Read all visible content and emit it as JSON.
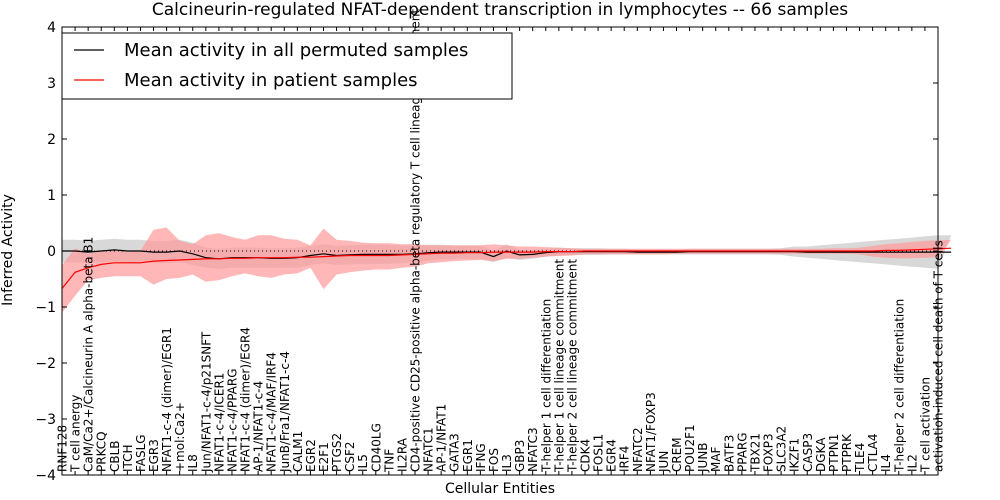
{
  "chart_data": {
    "type": "line",
    "title": "Calcineurin-regulated NFAT-dependent transcription in lymphocytes -- 66 samples",
    "xlabel": "Cellular Entities",
    "ylabel": "Inferred Activity",
    "ylim": [
      -4,
      4
    ],
    "yticks": [
      -4,
      -3,
      -2,
      -1,
      0,
      1,
      2,
      3,
      4
    ],
    "grid": false,
    "legend": "top-left",
    "reference_line": {
      "y": 0,
      "style": "dotted"
    },
    "categories": [
      "RNF128",
      "T cell anergy",
      "CaM/Ca2+/Calcineurin A alpha-beta B1",
      "PRKCQ",
      "CBLB",
      "ITCH",
      "FASLG",
      "EGR3",
      "NFAT1-c-4 (dimer)/EGR1",
      "+mol:Ca2+",
      "IL8",
      "Jun/NFAT1-c-4/p21SNFT",
      "NFAT1-c-4/ICER1",
      "NFAT1-c-4/PPARG",
      "NFAT1-c-4 (dimer)/EGR4",
      "AP-1/NFAT1-c-4",
      "NFAT1-c-4/MAF/IRF4",
      "JunB/Fra1/NFAT1-c-4",
      "CALM1",
      "EGR2",
      "E2F1",
      "PTGS2",
      "CSF2",
      "IL5",
      "CD40LG",
      "TNF",
      "IL2RA",
      "CD4-positive CD25-positive alpha-beta regulatory T cell lineage commitment",
      "NFATC1",
      "AP-1/NFAT1",
      "GATA3",
      "EGR1",
      "IFNG",
      "FOS",
      "IL3",
      "GBP3",
      "NFATC3",
      "T-helper 1 cell differentiation",
      "T-helper 1 cell lineage commitment",
      "T-helper 2 cell lineage commitment",
      "CDK4",
      "FOSL1",
      "EGR4",
      "IRF4",
      "NFATC2",
      "NFAT1/FOXP3",
      "JUN",
      "CREM",
      "POU2F1",
      "JUNB",
      "MAF",
      "BATF3",
      "PPARG",
      "TBX21",
      "FOXP3",
      "SLC3A2",
      "IKZF1",
      "CASP3",
      "DGKA",
      "PTPN1",
      "PTPRK",
      "TLE4",
      "CTLA4",
      "IL4",
      "T-helper 2 cell differentiation",
      "IL2",
      "T cell activation",
      "activation-induced cell death of T cells"
    ],
    "series": [
      {
        "name": "Mean activity in all permuted samples",
        "color": "#000000",
        "band_color": "#b8b8b8",
        "values": [
          0.0,
          0.0,
          -0.02,
          0.0,
          0.02,
          0.0,
          0.0,
          -0.02,
          -0.02,
          0.0,
          -0.05,
          -0.12,
          -0.14,
          -0.12,
          -0.12,
          -0.12,
          -0.13,
          -0.13,
          -0.12,
          -0.08,
          -0.05,
          -0.08,
          -0.07,
          -0.06,
          -0.06,
          -0.06,
          -0.06,
          -0.05,
          -0.03,
          -0.02,
          -0.02,
          -0.02,
          -0.02,
          -0.1,
          0.0,
          -0.07,
          -0.06,
          -0.03,
          -0.01,
          -0.01,
          -0.01,
          -0.01,
          -0.01,
          -0.01,
          -0.02,
          -0.02,
          -0.02,
          -0.02,
          -0.01,
          -0.01,
          -0.01,
          -0.01,
          -0.01,
          -0.01,
          -0.01,
          -0.01,
          -0.01,
          -0.02,
          -0.02,
          -0.02,
          -0.02,
          -0.02,
          -0.02,
          -0.02,
          -0.02,
          -0.02,
          -0.02,
          -0.02,
          -0.02
        ],
        "lower": [
          -0.2,
          -0.2,
          -0.22,
          -0.2,
          -0.18,
          -0.2,
          -0.2,
          -0.22,
          -0.22,
          -0.2,
          -0.25,
          -0.3,
          -0.32,
          -0.3,
          -0.3,
          -0.3,
          -0.3,
          -0.3,
          -0.3,
          -0.25,
          -0.22,
          -0.25,
          -0.24,
          -0.23,
          -0.23,
          -0.23,
          -0.22,
          -0.2,
          -0.17,
          -0.15,
          -0.14,
          -0.14,
          -0.14,
          -0.2,
          -0.12,
          -0.16,
          -0.14,
          -0.1,
          -0.08,
          -0.07,
          -0.07,
          -0.07,
          -0.06,
          -0.06,
          -0.06,
          -0.06,
          -0.06,
          -0.06,
          -0.06,
          -0.06,
          -0.06,
          -0.06,
          -0.06,
          -0.06,
          -0.06,
          -0.07,
          -0.1,
          -0.12,
          -0.14,
          -0.16,
          -0.18,
          -0.2,
          -0.22,
          -0.24,
          -0.26,
          -0.28,
          -0.3,
          -0.32,
          -0.32
        ],
        "upper": [
          0.2,
          0.2,
          0.18,
          0.2,
          0.22,
          0.2,
          0.2,
          0.18,
          0.18,
          0.2,
          0.15,
          0.06,
          0.04,
          0.06,
          0.06,
          0.06,
          0.05,
          0.05,
          0.06,
          0.09,
          0.12,
          0.09,
          0.1,
          0.11,
          0.11,
          0.11,
          0.1,
          0.1,
          0.11,
          0.11,
          0.1,
          0.1,
          0.1,
          0.0,
          0.12,
          0.02,
          0.02,
          0.04,
          0.06,
          0.05,
          0.05,
          0.05,
          0.04,
          0.04,
          0.02,
          0.02,
          0.02,
          0.02,
          0.04,
          0.04,
          0.04,
          0.04,
          0.04,
          0.04,
          0.04,
          0.05,
          0.08,
          0.08,
          0.1,
          0.12,
          0.14,
          0.16,
          0.18,
          0.2,
          0.22,
          0.24,
          0.26,
          0.28,
          0.28
        ]
      },
      {
        "name": "Mean activity in patient samples",
        "color": "#ff0000",
        "band_color": "#ff9999",
        "values": [
          -0.67,
          -0.38,
          -0.3,
          -0.24,
          -0.21,
          -0.21,
          -0.21,
          -0.18,
          -0.17,
          -0.16,
          -0.15,
          -0.14,
          -0.14,
          -0.13,
          -0.13,
          -0.12,
          -0.12,
          -0.12,
          -0.11,
          -0.11,
          -0.1,
          -0.09,
          -0.08,
          -0.08,
          -0.08,
          -0.08,
          -0.07,
          -0.06,
          -0.05,
          -0.04,
          -0.04,
          -0.03,
          -0.03,
          -0.02,
          -0.02,
          -0.02,
          -0.02,
          -0.01,
          -0.01,
          -0.01,
          0.0,
          0.0,
          0.0,
          0.0,
          0.0,
          0.0,
          0.0,
          0.0,
          0.0,
          0.0,
          0.0,
          0.0,
          0.0,
          0.0,
          0.0,
          0.0,
          0.0,
          0.0,
          0.0,
          0.0,
          0.0,
          0.0,
          0.0,
          0.01,
          0.01,
          0.02,
          0.03,
          0.04,
          0.05
        ],
        "lower": [
          -1.1,
          -0.8,
          -0.52,
          -0.48,
          -0.45,
          -0.45,
          -0.45,
          -0.6,
          -0.5,
          -0.48,
          -0.42,
          -0.55,
          -0.52,
          -0.45,
          -0.4,
          -0.45,
          -0.48,
          -0.42,
          -0.4,
          -0.3,
          -0.68,
          -0.42,
          -0.38,
          -0.35,
          -0.33,
          -0.33,
          -0.3,
          -0.28,
          -0.22,
          -0.2,
          -0.18,
          -0.17,
          -0.16,
          -0.18,
          -0.14,
          -0.14,
          -0.12,
          -0.1,
          -0.09,
          -0.08,
          -0.06,
          -0.06,
          -0.06,
          -0.06,
          -0.06,
          -0.06,
          -0.06,
          -0.05,
          -0.05,
          -0.05,
          -0.05,
          -0.05,
          -0.05,
          -0.05,
          -0.05,
          -0.05,
          -0.05,
          -0.05,
          -0.05,
          -0.05,
          -0.05,
          -0.06,
          -0.1,
          -0.12,
          -0.13,
          -0.13,
          -0.12,
          -0.11,
          -0.1
        ],
        "upper": [
          -0.25,
          0.05,
          -0.05,
          0.0,
          0.02,
          -0.02,
          0.0,
          0.38,
          0.42,
          0.18,
          0.12,
          0.28,
          0.32,
          0.25,
          0.2,
          0.28,
          0.28,
          0.22,
          0.2,
          0.1,
          0.4,
          0.2,
          0.18,
          0.15,
          0.14,
          0.14,
          0.12,
          0.12,
          0.1,
          0.1,
          0.1,
          0.1,
          0.1,
          0.12,
          0.1,
          0.08,
          0.08,
          0.07,
          0.06,
          0.05,
          0.04,
          0.04,
          0.04,
          0.04,
          0.04,
          0.04,
          0.04,
          0.04,
          0.04,
          0.04,
          0.04,
          0.04,
          0.04,
          0.04,
          0.04,
          0.04,
          0.04,
          0.04,
          0.04,
          0.05,
          0.05,
          0.06,
          0.09,
          0.12,
          0.14,
          0.16,
          0.18,
          0.19,
          0.2
        ]
      }
    ]
  }
}
